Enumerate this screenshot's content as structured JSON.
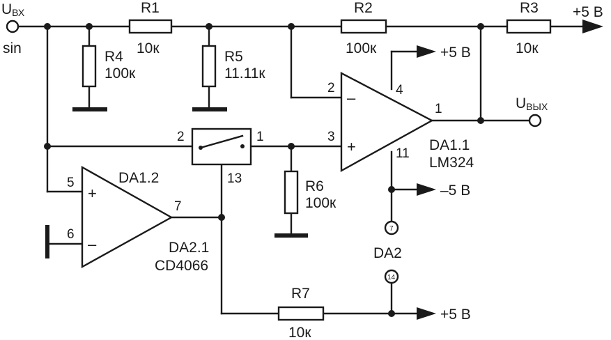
{
  "input": {
    "main": "U",
    "sub": "ВХ",
    "signal": "sin"
  },
  "output": {
    "main": "U",
    "sub": "ВЫХ"
  },
  "rails": {
    "top_right": "+5 В",
    "da11_pos": "+5 В",
    "da11_neg": "–5 В",
    "r7_supply": "+5 В"
  },
  "resistors": {
    "r1": {
      "name": "R1",
      "value": "10к"
    },
    "r2": {
      "name": "R2",
      "value": "100к"
    },
    "r3": {
      "name": "R3",
      "value": "10к"
    },
    "r4": {
      "name": "R4",
      "value": "100к"
    },
    "r5": {
      "name": "R5",
      "value": "11.11к"
    },
    "r6": {
      "name": "R6",
      "value": "100к"
    },
    "r7": {
      "name": "R7",
      "value": "10к"
    }
  },
  "da11": {
    "name": "DA1.1",
    "part": "LM324",
    "pin_inv": "2",
    "pin_noninv": "3",
    "pin_out": "1",
    "pin_vpos": "4",
    "pin_vneg": "11",
    "sign_inv": "–",
    "sign_noninv": "+"
  },
  "da12": {
    "name": "DA1.2",
    "pin_noninv": "5",
    "pin_inv": "6",
    "pin_out": "7",
    "sign_noninv": "+",
    "sign_inv": "–"
  },
  "da21": {
    "name": "DA2.1",
    "part": "CD4066",
    "pin_in": "2",
    "pin_out": "1",
    "pin_ctrl": "13"
  },
  "da2_power": {
    "name": "DA2",
    "pin_gnd": "7",
    "pin_vdd": "14"
  }
}
